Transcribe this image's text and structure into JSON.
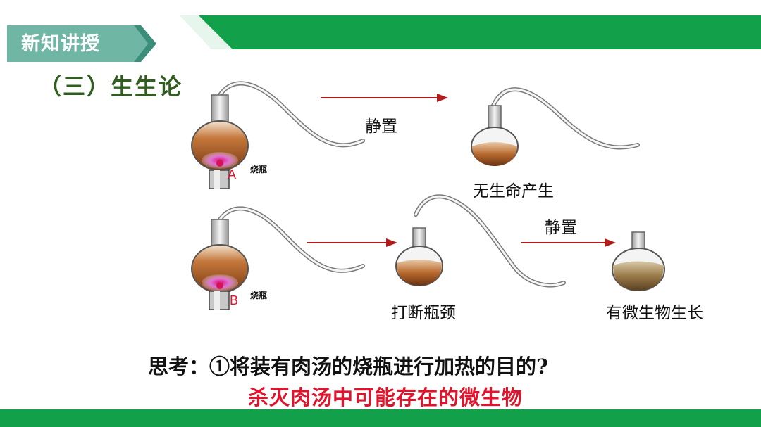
{
  "header": {
    "badge": "新知讲授",
    "colors": {
      "band": "#12a14a",
      "badge": "#6fb7a4",
      "badge_dark": "#3b8f7a"
    }
  },
  "section_title": "（三）生生论",
  "experiment_a": {
    "flask_label": "烧瓶",
    "letter": "A",
    "arrow_label": "静置",
    "result": "无生命产生"
  },
  "experiment_b": {
    "flask_label": "烧瓶",
    "letter": "B",
    "step": "打断瓶颈",
    "arrow_label": "静置",
    "result": "有微生物生长"
  },
  "question": "思考：①将装有肉汤的烧瓶进行加热的目的?",
  "answer": "杀灭肉汤中可能存在的微生物",
  "colors": {
    "arrow": "#b01c1c",
    "answer": "#e0142b",
    "bottom_bar": "#12a14a"
  }
}
